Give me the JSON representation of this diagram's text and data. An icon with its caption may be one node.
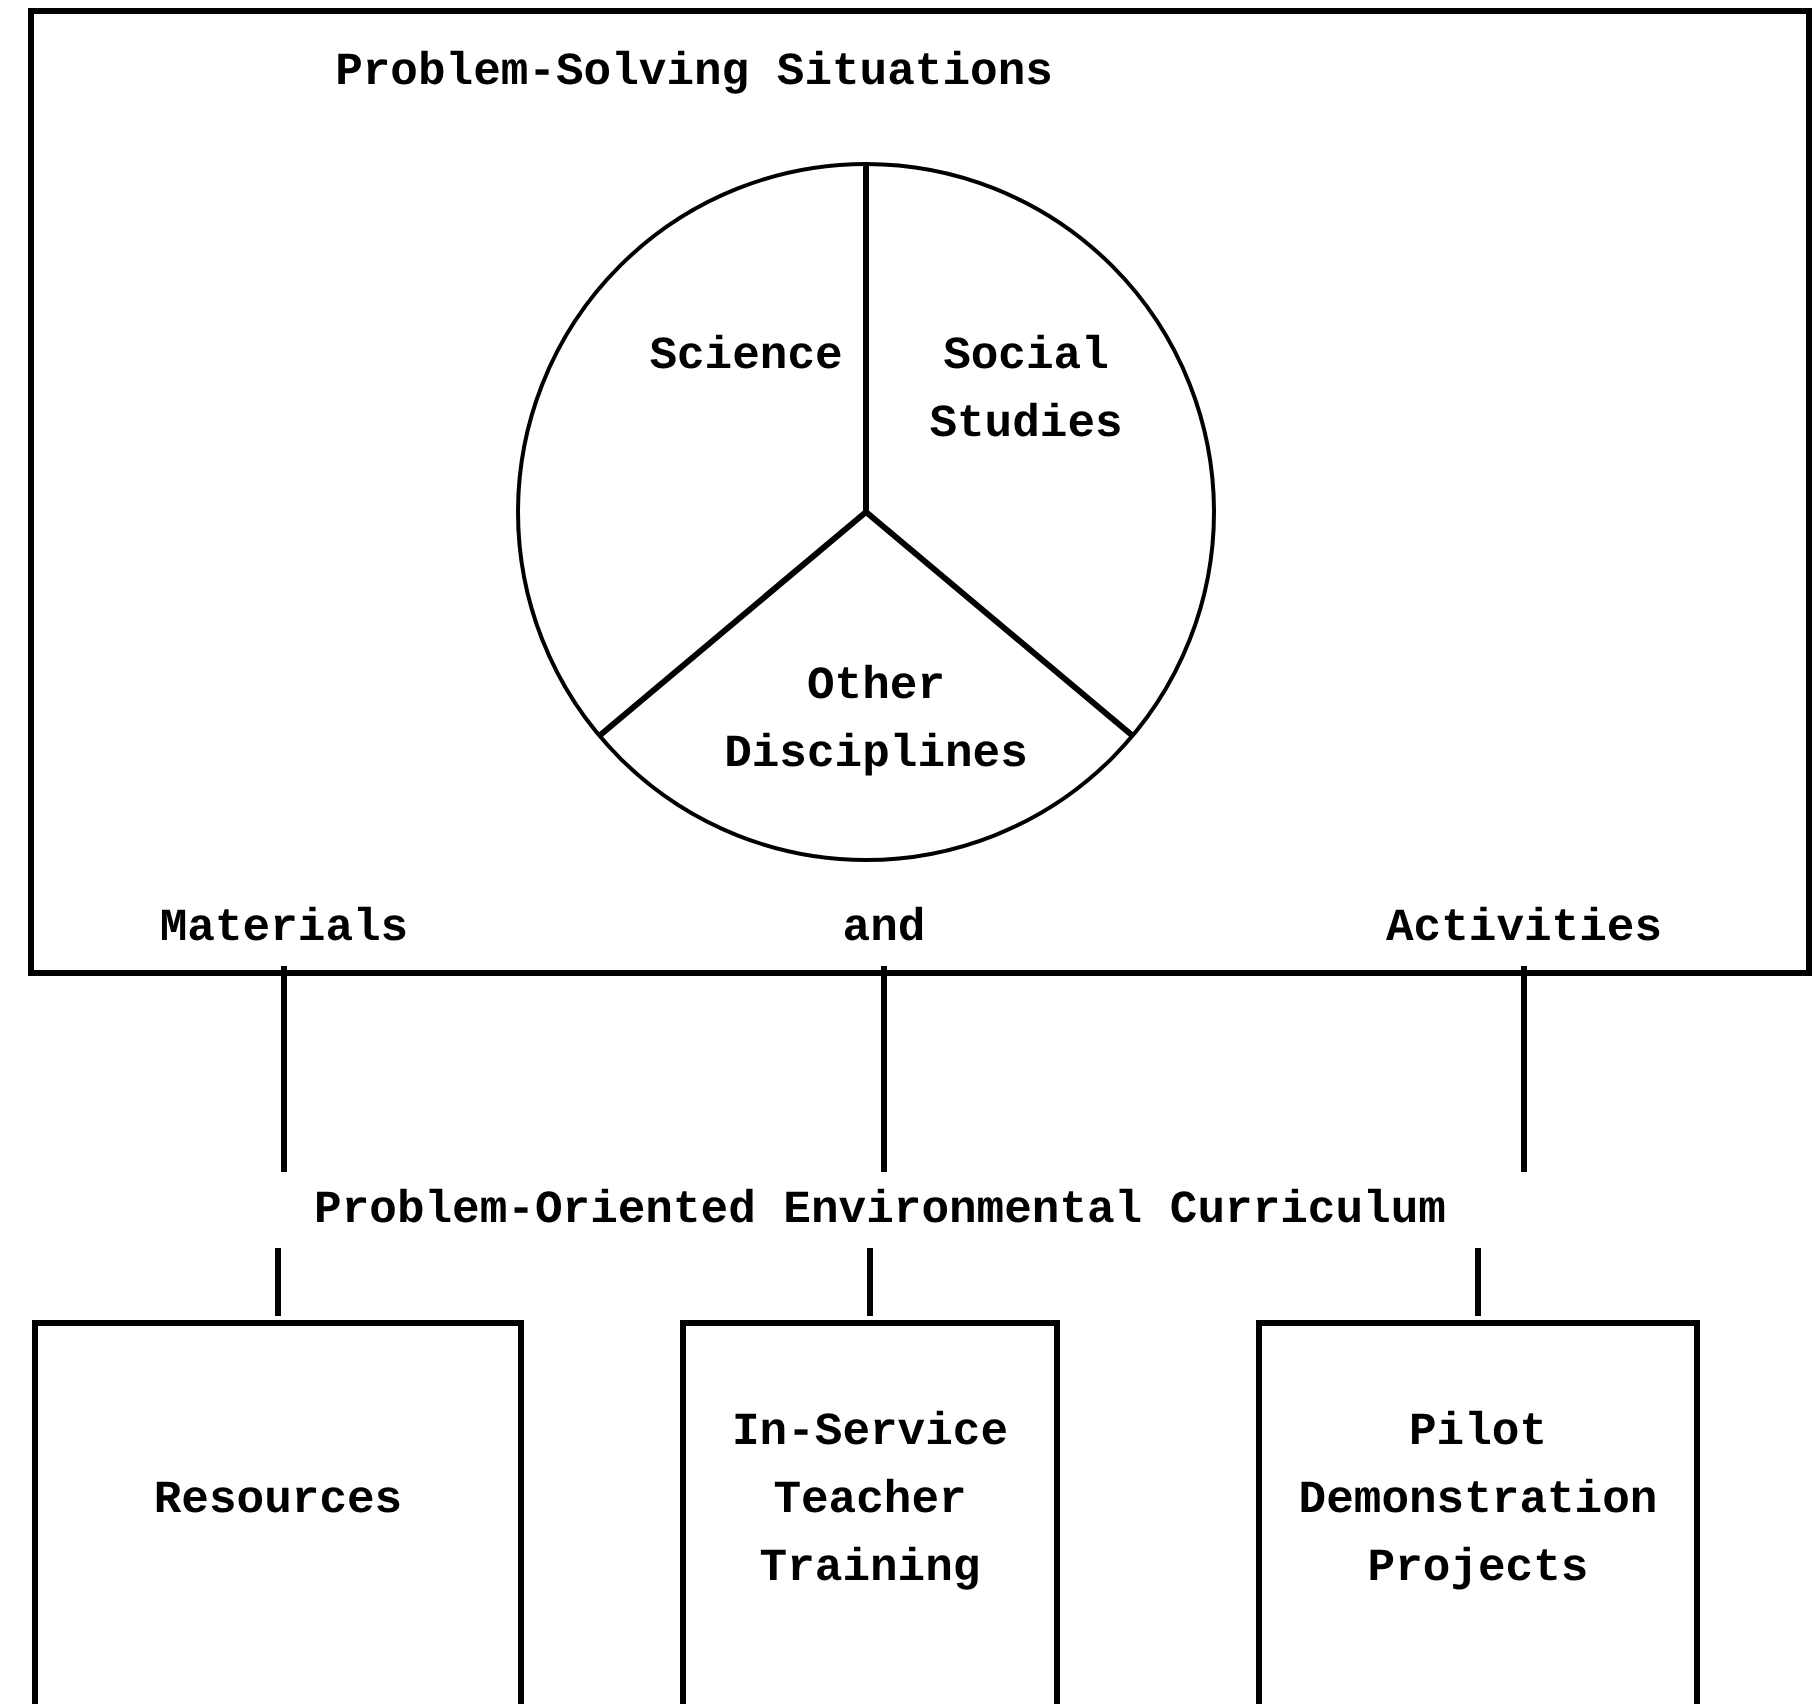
{
  "diagram": {
    "nodes": [
      {
        "text": [
          "Problem-Solving Situations"
        ]
      },
      {
        "text": [],
        "shape": "circle",
        "in": 0
      },
      {
        "text": [
          "Science"
        ],
        "in": 1
      },
      {
        "text": [
          "Social Studies"
        ],
        "in": 1
      },
      {
        "text": [
          "Other Disciplines"
        ],
        "in": 1
      },
      {
        "text": [
          "Materials"
        ],
        "in": 0
      },
      {
        "text": [
          "and"
        ],
        "in": 0
      },
      {
        "text": [
          "Activities"
        ],
        "in": 0
      },
      {
        "text": [
          "Problem-Oriented Environmental Curriculum"
        ]
      },
      {
        "text": [
          "Resources"
        ]
      },
      {
        "text": [
          "In-Service Teacher Training"
        ]
      },
      {
        "text": [
          "Pilot Demonstration Projects"
        ]
      }
    ],
    "edges": [
      {
        "from": 5,
        "to": 8,
        "arrow": "none"
      },
      {
        "from": 6,
        "to": 8,
        "arrow": "none"
      },
      {
        "from": 7,
        "to": 8,
        "arrow": "none"
      },
      {
        "from": 8,
        "to": 9,
        "arrow": "none"
      },
      {
        "from": 8,
        "to": 10,
        "arrow": "none"
      },
      {
        "from": 8,
        "to": 11,
        "arrow": "none"
      }
    ]
  }
}
